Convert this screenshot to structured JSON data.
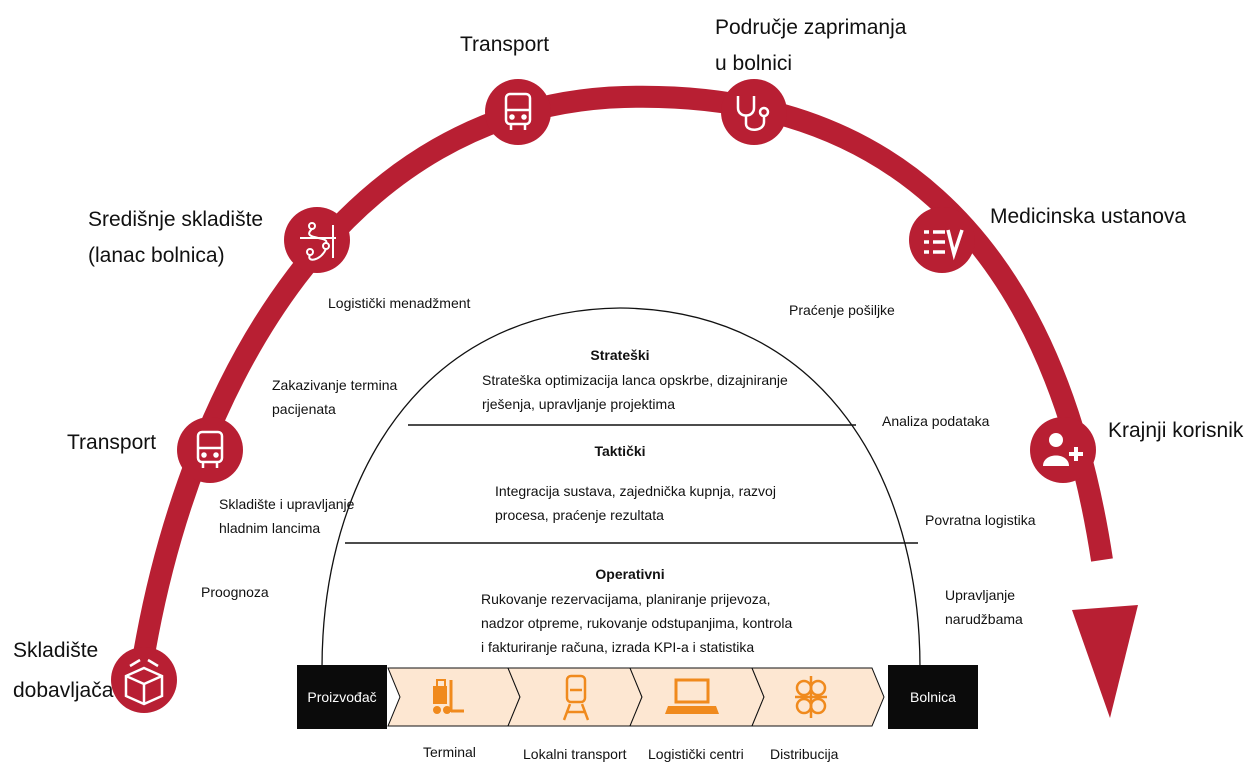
{
  "arc_nodes": {
    "supplier_warehouse": {
      "line1": "Skladište",
      "line2": "dobavljača",
      "icon": "package-icon"
    },
    "transport_left": {
      "label": "Transport",
      "icon": "bus-icon"
    },
    "central_warehouse": {
      "line1": "Središnje skladište",
      "line2": "(lanac bolnica)",
      "icon": "route-network-icon"
    },
    "transport_top": {
      "label": "Transport",
      "icon": "bus-icon"
    },
    "hospital_reception": {
      "line1": "Područje zaprimanja",
      "line2": "u bolnici",
      "icon": "stethoscope-icon"
    },
    "medical_institution": {
      "label": "Medicinska ustanova",
      "icon": "checklist-icon"
    },
    "end_user": {
      "label": "Krajnji korisnik",
      "icon": "patient-plus-icon"
    }
  },
  "services": {
    "logistics_management": "Logistički menadžment",
    "appointment_line1": "Zakazivanje termina",
    "appointment_line2": "pacijenata",
    "cold_chain_line1": "Skladište i upravljanje",
    "cold_chain_line2": "hladnim lancima",
    "forecast": "Proognoza",
    "shipment_tracking": "Praćenje pošiljke",
    "data_analysis": "Analiza podataka",
    "reverse_logistics": "Povratna logistika",
    "order_management_line1": "Upravljanje",
    "order_management_line2": "narudžbama"
  },
  "levels": {
    "strategic": {
      "title": "Strateški",
      "line1": "Strateška optimizacija lanca opskrbe, dizajniranje",
      "line2": "rješenja, upravljanje projektima"
    },
    "tactical": {
      "title": "Taktički",
      "line1": "Integracija sustava, zajednička kupnja, razvoj",
      "line2": "procesa, praćenje rezultata"
    },
    "operative": {
      "title": "Operativni",
      "line1": "Rukovanje rezervacijama, planiranje prijevoza,",
      "line2": "nadzor otpreme, rukovanje odstupanjima, kontrola",
      "line3": "i fakturiranje računa, izrada KPI-a i statistika"
    }
  },
  "chain": {
    "start": "Proizvođač",
    "end": "Bolnica",
    "steps": [
      {
        "label": "Terminal",
        "icon": "forklift-icon"
      },
      {
        "label": "Lokalni transport",
        "icon": "train-icon"
      },
      {
        "label": "Logistički centri",
        "icon": "laptop-icon"
      },
      {
        "label": "Distribucija",
        "icon": "distribution-icon"
      }
    ]
  },
  "colors": {
    "accent": "#b81f33",
    "chain_fill": "#fde7d2",
    "chain_icon": "#f08a1d",
    "box": "#0b0b0b"
  }
}
